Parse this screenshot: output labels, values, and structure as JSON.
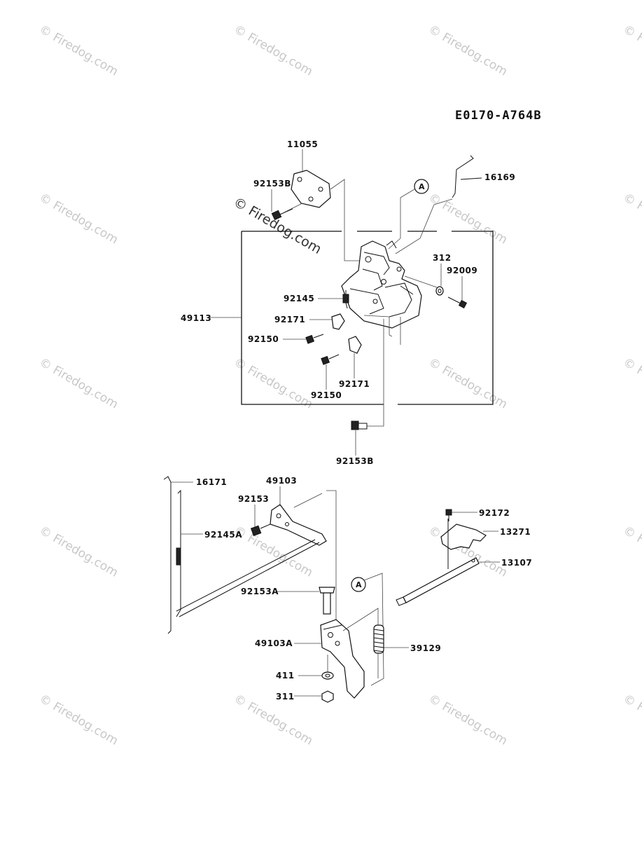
{
  "diagram_code": "E0170-A764B",
  "watermark": {
    "text": "© Firedog.com",
    "prominent_text": "© Firedog.com"
  },
  "callouts": [
    "A",
    "A"
  ],
  "parts": {
    "p11055": "11055",
    "p92153B_top": "92153B",
    "p16169": "16169",
    "p312": "312",
    "p92009": "92009",
    "p92145": "92145",
    "p49113": "49113",
    "p92171_a": "92171",
    "p92150_a": "92150",
    "p92171_b": "92171",
    "p92150_b": "92150",
    "p92153B_bottom": "92153B",
    "p16171": "16171",
    "p49103": "49103",
    "p92153": "92153",
    "p92145A": "92145A",
    "p92172": "92172",
    "p13271": "13271",
    "p13107": "13107",
    "p92153A": "92153A",
    "p49103A": "49103A",
    "p39129": "39129",
    "p411": "411",
    "p311": "311"
  }
}
